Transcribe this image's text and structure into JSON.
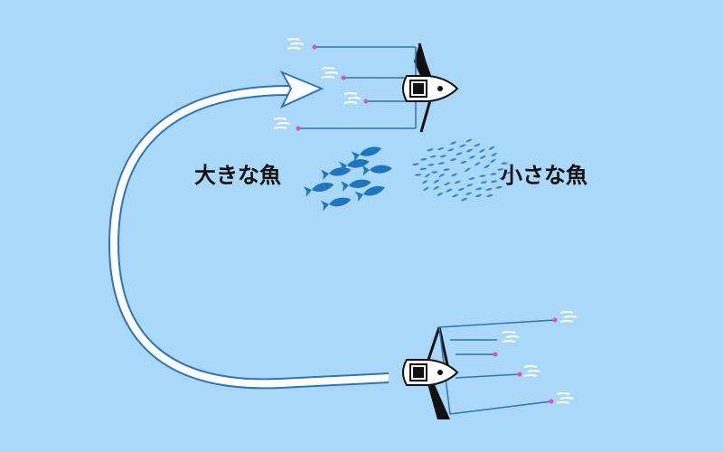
{
  "labels": {
    "big_fish": "大きな魚",
    "small_fish": "小さな魚"
  },
  "colors": {
    "water": "#a9d8fb",
    "line": "#2f73b8",
    "fish": "#1e77bd",
    "small_fish": "#3d87c7",
    "arrow_outline": "#2f73b8",
    "lure_tip": "#e0559a",
    "boat_outline": "#111111"
  },
  "icons": {
    "arrow": "u-turn-arrow",
    "boat": "boat-icon",
    "fish_group_large": "large-fish-school",
    "fish_group_small": "small-fish-school"
  }
}
